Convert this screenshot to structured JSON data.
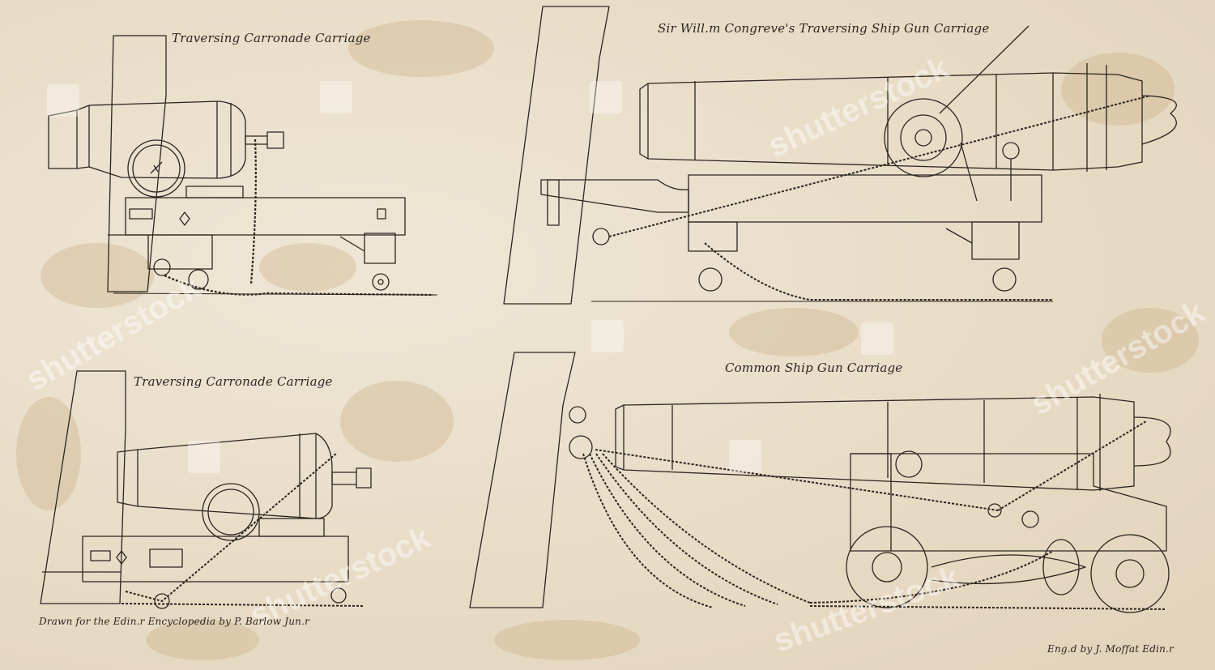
{
  "plate": {
    "paper_color": "#ece3d3",
    "ink_color": "#2b2520",
    "stain_color": "#c9ad82"
  },
  "titles": {
    "top_left": "Traversing Carronade Carriage",
    "top_right": "Sir Will.m Congreve's Traversing Ship Gun Carriage",
    "bottom_left": "Traversing Carronade Carriage",
    "bottom_right": "Common Ship Gun Carriage"
  },
  "credits": {
    "drawn": "Drawn for the Edin.r Encyclopedia by P. Barlow Jun.r",
    "engraved": "Eng.d by J. Moffat Edin.r"
  },
  "watermark": {
    "text": "shutterstock"
  }
}
